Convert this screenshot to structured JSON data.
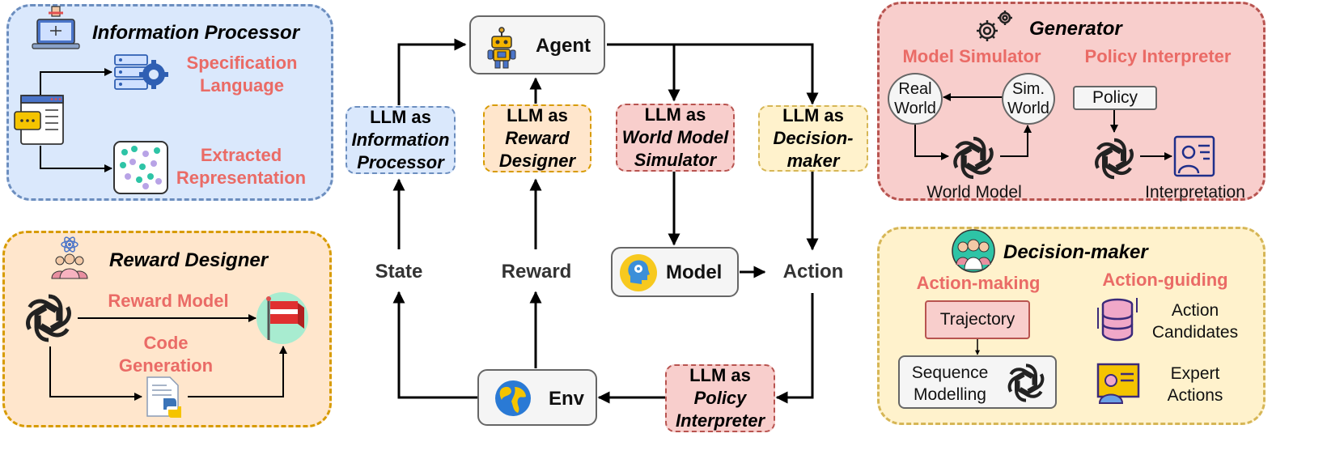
{
  "center": {
    "agent": "Agent",
    "env": "Env",
    "model": "Model",
    "state": "State",
    "reward": "Reward",
    "action": "Action",
    "llm_info": {
      "line1": "LLM as",
      "line2": "Information",
      "line3": "Processor"
    },
    "llm_reward": {
      "line1": "LLM as",
      "line2": "Reward",
      "line3": "Designer"
    },
    "llm_world": {
      "line1": "LLM as",
      "line2": "World Model",
      "line3": "Simulator"
    },
    "llm_decision": {
      "line1": "LLM as",
      "line2": "Decision-",
      "line3": "maker"
    },
    "llm_policy": {
      "line1": "LLM as",
      "line2": "Policy",
      "line3": "Interpreter"
    }
  },
  "info_panel": {
    "title": "Information Processor",
    "spec_line1": "Specification",
    "spec_line2": "Language",
    "extract_line1": "Extracted",
    "extract_line2": "Representation"
  },
  "reward_panel": {
    "title": "Reward Designer",
    "reward_model": "Reward Model",
    "code_line1": "Code",
    "code_line2": "Generation"
  },
  "generator_panel": {
    "title": "Generator",
    "model_simulator": "Model Simulator",
    "policy_interpreter": "Policy Interpreter",
    "real_line1": "Real",
    "real_line2": "World",
    "sim_line1": "Sim.",
    "sim_line2": "World",
    "policy": "Policy",
    "world_model": "World Model",
    "interpretation": "Interpretation"
  },
  "decision_panel": {
    "title": "Decision-maker",
    "action_making": "Action-making",
    "action_guiding": "Action-guiding",
    "trajectory": "Trajectory",
    "seq_line1": "Sequence",
    "seq_line2": "Modelling",
    "cand_line1": "Action",
    "cand_line2": "Candidates",
    "expert_line1": "Expert",
    "expert_line2": "Actions"
  },
  "colors": {
    "blue_fill": "#dae8fc",
    "orange_fill": "#ffe6cc",
    "red_fill": "#f8cecc",
    "yellow_fill": "#fff2cc",
    "accent_text": "#ea6b66"
  }
}
